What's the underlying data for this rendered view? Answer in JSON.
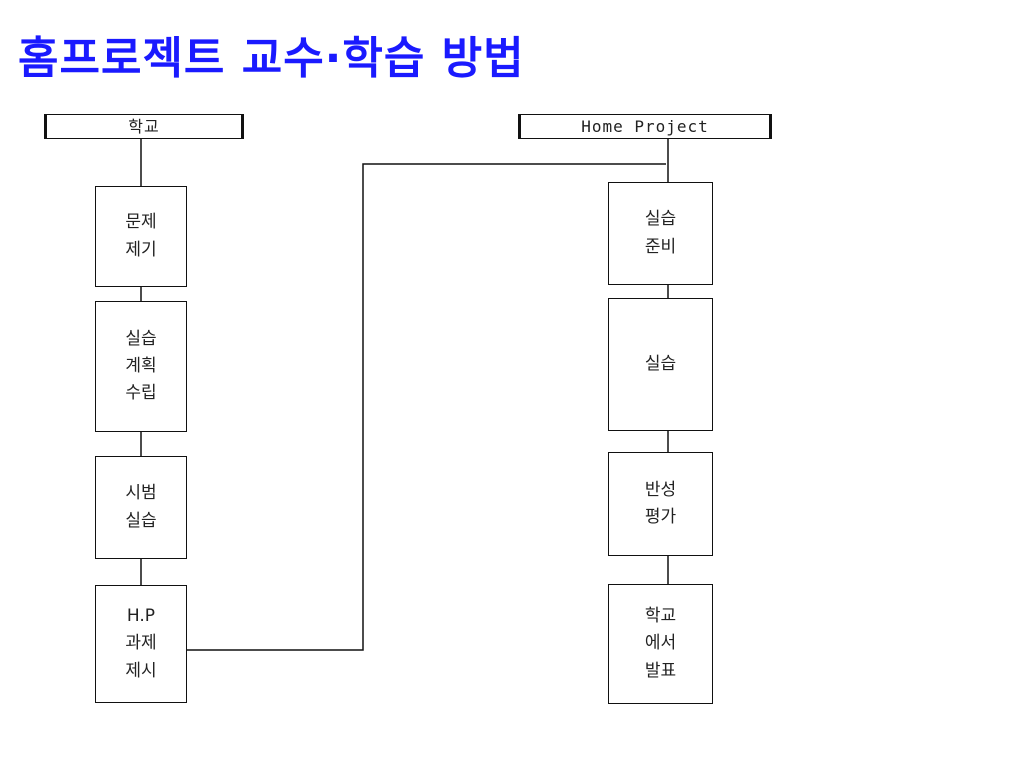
{
  "title": "홈프로젝트 교수·학습 방법",
  "left_column": {
    "header": "학교",
    "steps": [
      {
        "lines": [
          "문제",
          "제기"
        ]
      },
      {
        "lines": [
          "실습",
          "계획",
          "수립"
        ]
      },
      {
        "lines": [
          "시범",
          "실습"
        ]
      },
      {
        "lines": [
          "H.P",
          "과제",
          "제시"
        ]
      }
    ]
  },
  "right_column": {
    "header": "Home Project",
    "steps": [
      {
        "lines": [
          "실습",
          "준비"
        ]
      },
      {
        "lines": [
          "실습"
        ]
      },
      {
        "lines": [
          "반성",
          "평가"
        ]
      },
      {
        "lines": [
          "학교",
          "에서",
          "발표"
        ]
      }
    ]
  },
  "colors": {
    "title": "#1a1aff",
    "line": "#111111"
  }
}
